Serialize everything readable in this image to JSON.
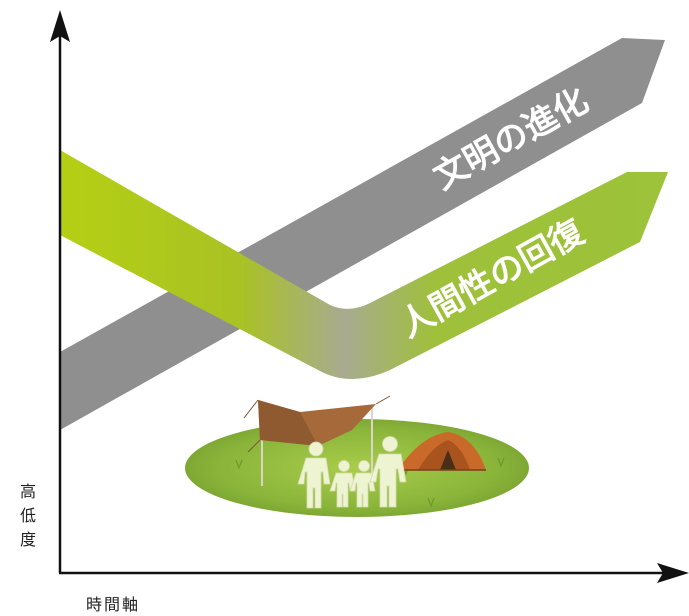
{
  "diagram": {
    "y_axis_label": "高低度",
    "y_axis_chars": [
      "高",
      "低",
      "度"
    ],
    "x_axis_label": "時間軸",
    "civilization_band": {
      "label": "文明の進化",
      "color": "#8f8f8f"
    },
    "humanity_band": {
      "label": "人間性の回復",
      "color_start": "#b5cf14",
      "color_mid": "#a8ad8e",
      "color_end": "#9cc23a"
    },
    "illustration": {
      "ground_color": "#8fb83a",
      "tarp_color": "#a6693a",
      "tent_color": "#c96a2a",
      "figure_color": "#eef3d2"
    },
    "axis_color": "#111111"
  }
}
